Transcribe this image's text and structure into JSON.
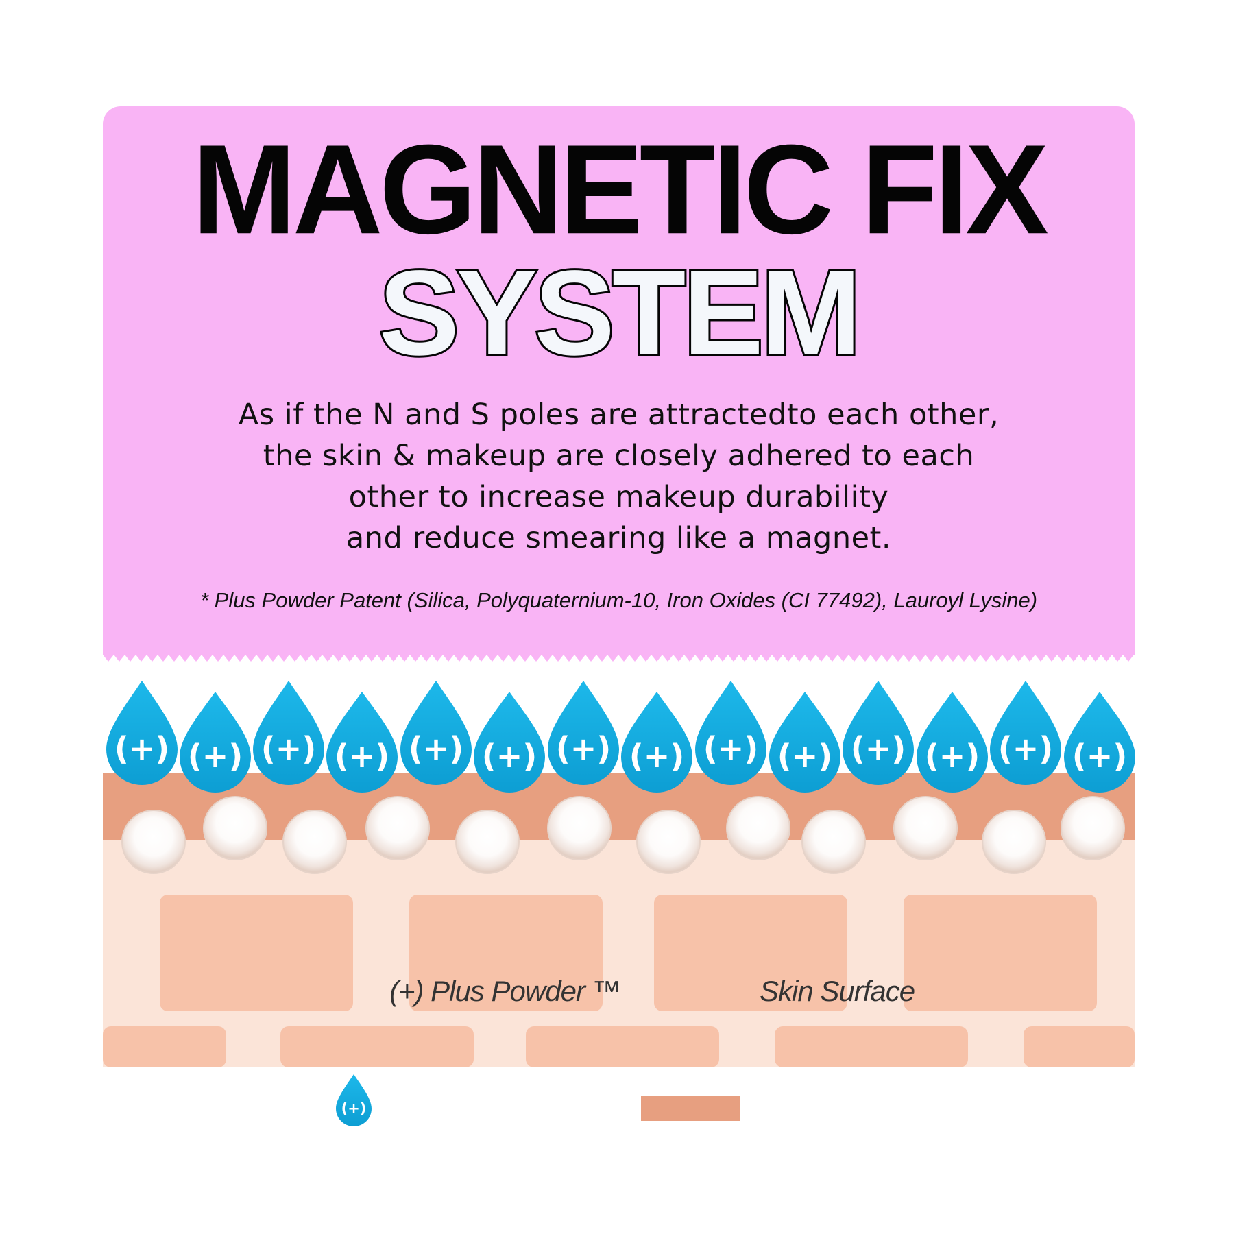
{
  "title": {
    "line1": "MAGNETIC FIX",
    "line2": "SYSTEM"
  },
  "description": [
    "As if the N and S poles are attractedto each other,",
    "the skin & makeup are closely adhered to each",
    "other to increase makeup durability",
    "and reduce smearing like a magnet."
  ],
  "footnote": "* Plus Powder Patent (Silica, Polyquaternium-10, Iron Oxides (CI 77492), Lauroyl Lysine)",
  "drop_symbol": "(+)",
  "drop_count": 14,
  "sphere_count": 12,
  "legend": {
    "powder_label": "(+) Plus Powder ™",
    "skin_label": "Skin Surface"
  },
  "colors": {
    "pink_panel": "#f9b4f5",
    "drop_blue": "#1aaee0",
    "skin_band": "#e79f80",
    "skin_light": "#fbe4d8",
    "skin_cell": "#f7c2a9",
    "sphere": "#ffffff"
  }
}
